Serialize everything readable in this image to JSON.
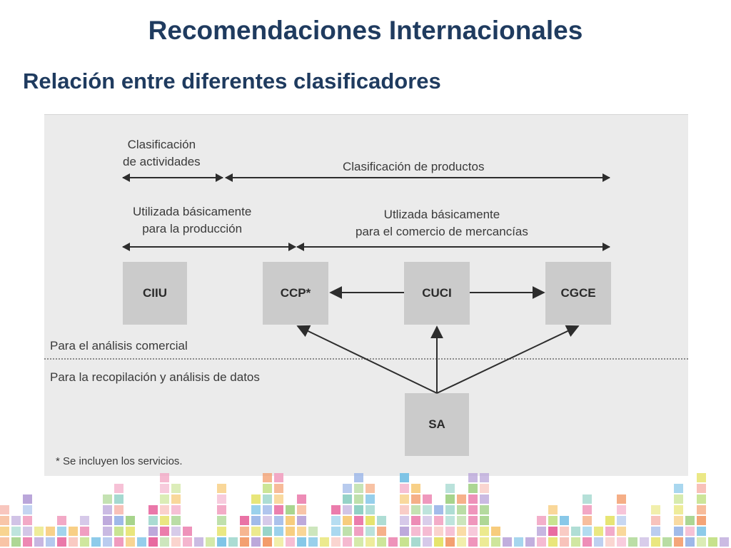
{
  "title": "Recomendaciones Internacionales",
  "subtitle": "Relación entre diferentes clasificadores",
  "diagram": {
    "labels": {
      "activity_classification": "Clasificación\nde actividades",
      "product_classification": "Clasificación de productos",
      "production_use": "Utilizada básicamente\npara la producción",
      "trade_use": "Utlizada básicamente\npara el comercio de mercancías",
      "commercial_analysis": "Para el análisis comercial",
      "data_collection": "Para la recopilación y análisis de datos",
      "footnote": "*  Se incluyen los servicios."
    },
    "nodes": {
      "ciiu": "CIIU",
      "ccp": "CCP*",
      "cuci": "CUCI",
      "cgce": "CGCE",
      "sa": "SA"
    },
    "edges": [
      {
        "from": "cuci",
        "to": "ccp"
      },
      {
        "from": "cuci",
        "to": "cgce"
      },
      {
        "from": "sa",
        "to": "ccp"
      },
      {
        "from": "sa",
        "to": "cuci"
      },
      {
        "from": "sa",
        "to": "cgce"
      }
    ]
  },
  "decoration_colors": [
    "#f2a6c4",
    "#e86aa0",
    "#f6c56b",
    "#a5d38a",
    "#7cc3e6",
    "#b9a4d9",
    "#f39c6b",
    "#8fd0c4",
    "#e6e36b",
    "#c6e28c",
    "#f7b9b0",
    "#9cb7e8"
  ]
}
